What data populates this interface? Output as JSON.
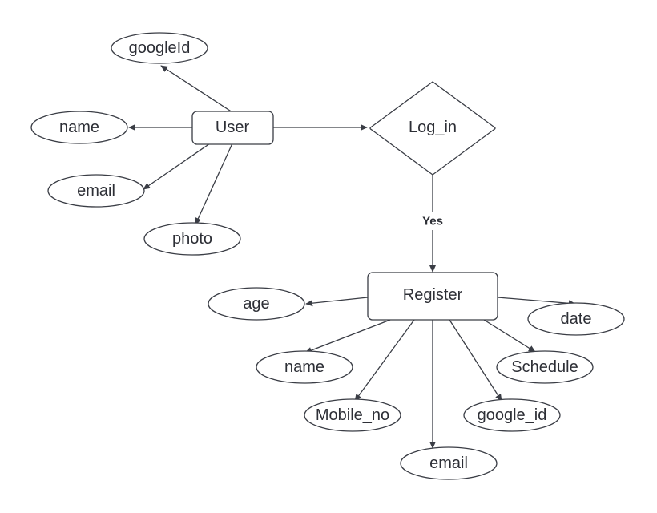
{
  "diagram": {
    "type": "er-diagram",
    "colors": {
      "stroke": "#3a3d45",
      "text": "#2d2f36",
      "background": "#ffffff"
    },
    "entities": {
      "user": {
        "label": "User"
      },
      "register": {
        "label": "Register"
      }
    },
    "relationships": {
      "log_in": {
        "label": "Log_in"
      }
    },
    "attributes": {
      "user_googleid": {
        "label": "googleId",
        "of": "user"
      },
      "user_name": {
        "label": "name",
        "of": "user"
      },
      "user_email": {
        "label": "email",
        "of": "user"
      },
      "user_photo": {
        "label": "photo",
        "of": "user"
      },
      "register_age": {
        "label": "age",
        "of": "register"
      },
      "register_name": {
        "label": "name",
        "of": "register"
      },
      "register_mobile_no": {
        "label": "Mobile_no",
        "of": "register"
      },
      "register_email": {
        "label": "email",
        "of": "register"
      },
      "register_google_id": {
        "label": "google_id",
        "of": "register"
      },
      "register_schedule": {
        "label": "Schedule",
        "of": "register"
      },
      "register_date": {
        "label": "date",
        "of": "register"
      }
    },
    "connections": [
      {
        "from": "user",
        "to": "log_in"
      },
      {
        "from": "log_in",
        "to": "register",
        "label": "Yes"
      },
      {
        "from": "user",
        "to": "user_googleid"
      },
      {
        "from": "user",
        "to": "user_name"
      },
      {
        "from": "user",
        "to": "user_email"
      },
      {
        "from": "user",
        "to": "user_photo"
      },
      {
        "from": "register",
        "to": "register_age"
      },
      {
        "from": "register",
        "to": "register_name"
      },
      {
        "from": "register",
        "to": "register_mobile_no"
      },
      {
        "from": "register",
        "to": "register_email"
      },
      {
        "from": "register",
        "to": "register_google_id"
      },
      {
        "from": "register",
        "to": "register_schedule"
      },
      {
        "from": "register",
        "to": "register_date"
      }
    ],
    "edge_labels": {
      "log_in_to_register": "Yes"
    }
  }
}
